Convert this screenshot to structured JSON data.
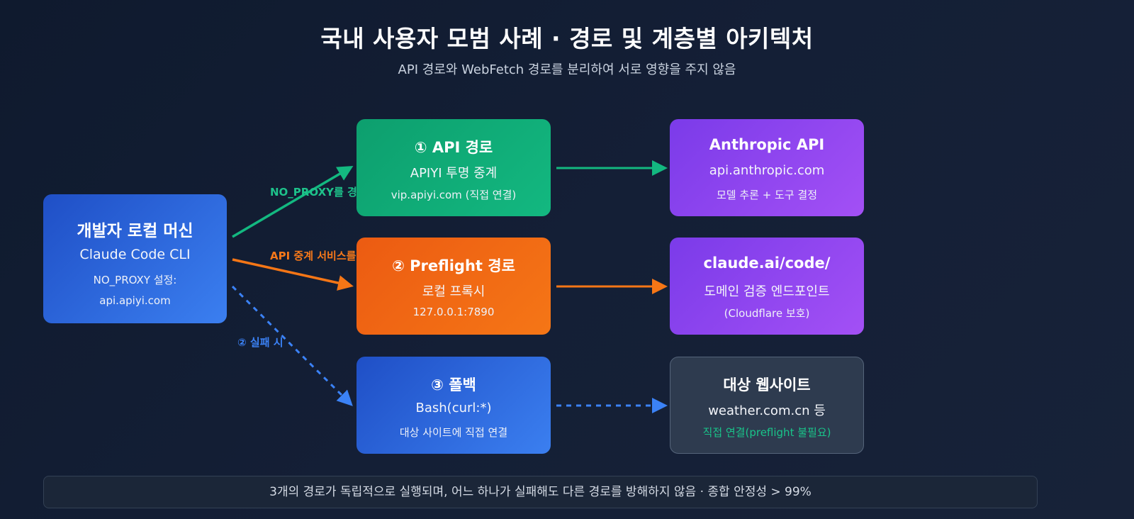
{
  "header": {
    "title": "국내 사용자 모범 사례 · 경로 및 계층별 아키텍처",
    "subtitle": "API 경로와 WebFetch 경로를 분리하여 서로 영향을 주지 않음"
  },
  "nodes": {
    "dev": {
      "title": "개발자 로컬 머신",
      "line1": "Claude Code CLI",
      "line2": "NO_PROXY 설정:",
      "line3": "api.apiyi.com"
    },
    "api": {
      "title": "① API 경로",
      "line1": "APIYI 투명 중계",
      "line2": "vip.apiyi.com (직접 연결)"
    },
    "preflight": {
      "title": "② Preflight 경로",
      "line1": "로컬 프록시",
      "line2": "127.0.0.1:7890"
    },
    "fallback": {
      "title": "③ 폴백",
      "line1": "Bash(curl:*)",
      "line2": "대상 사이트에 직접 연결"
    },
    "anthropic": {
      "title": "Anthropic API",
      "line1": "api.anthropic.com",
      "line2": "모델 추론 + 도구 결정"
    },
    "claude_ai": {
      "title": "claude.ai/code/",
      "line1": "도메인 검증 엔드포인트",
      "line2": "(Cloudflare 보호)"
    },
    "target": {
      "title": "대상 웹사이트",
      "line1": "weather.com.cn 등",
      "line2": "직접 연결(preflight 불필요)"
    }
  },
  "edges": {
    "noproxy_label": "NO_PROXY를 경유합니다",
    "relay_label": "API 중계 서비스를 이용하세요",
    "fail_label": "② 실패 시"
  },
  "colors": {
    "green": "#13b880",
    "orange": "#f57616",
    "blue": "#3b82f6",
    "purple": "#a350f5"
  },
  "footer": {
    "text": "3개의 경로가 독립적으로 실행되며, 어느 하나가 실패해도 다른 경로를 방해하지 않음 · 종합 안정성 > 99%"
  }
}
